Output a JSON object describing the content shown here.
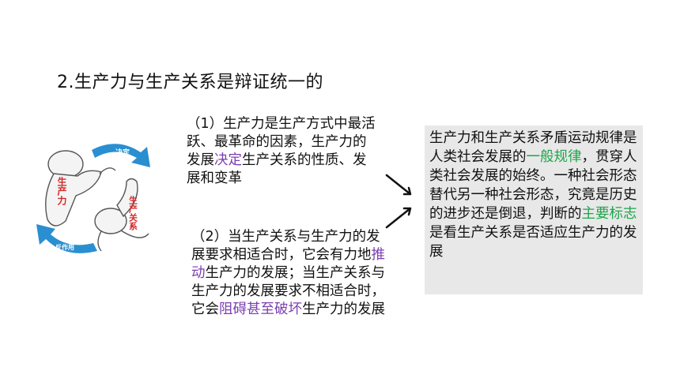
{
  "title": "2.生产力与生产关系是辩证统一的",
  "diagram": {
    "label_left": "生产力",
    "label_right": "生产关系",
    "arrow_top": "决定",
    "arrow_bottom": "反作用"
  },
  "point1": {
    "pre": "（1）生产力是生产方式中最活跃、最革命的因素，生产力的发展",
    "highlight": "决定",
    "post": "生产关系的性质、发展和变革"
  },
  "point2": {
    "pre": "（2）当生产关系与生产力的发展要求相适合时，它会有力地",
    "highlight1": "推动",
    "mid": "生产力的发展；当生产关系与生产力的发展要求不相适合时，它会",
    "highlight2": "阻碍甚至破坏",
    "post": "生产力的发展"
  },
  "conclusion": {
    "pre": "生产力和生产关系矛盾运动规律是人类社会发展的",
    "highlight1": "一般规律",
    "mid": "，贯穿人类社会发展的始终。一种社会形态替代另一种社会形态，究竟是历史的进步还是倒退，判断的",
    "highlight2": "主要标志",
    "post": "是看生产关系是否适应生产力的发展"
  },
  "colors": {
    "purple": "#7b3fb0",
    "green": "#1ea54b",
    "arrow_blue": "#2a8fd0",
    "label_red": "#d42a2a"
  }
}
